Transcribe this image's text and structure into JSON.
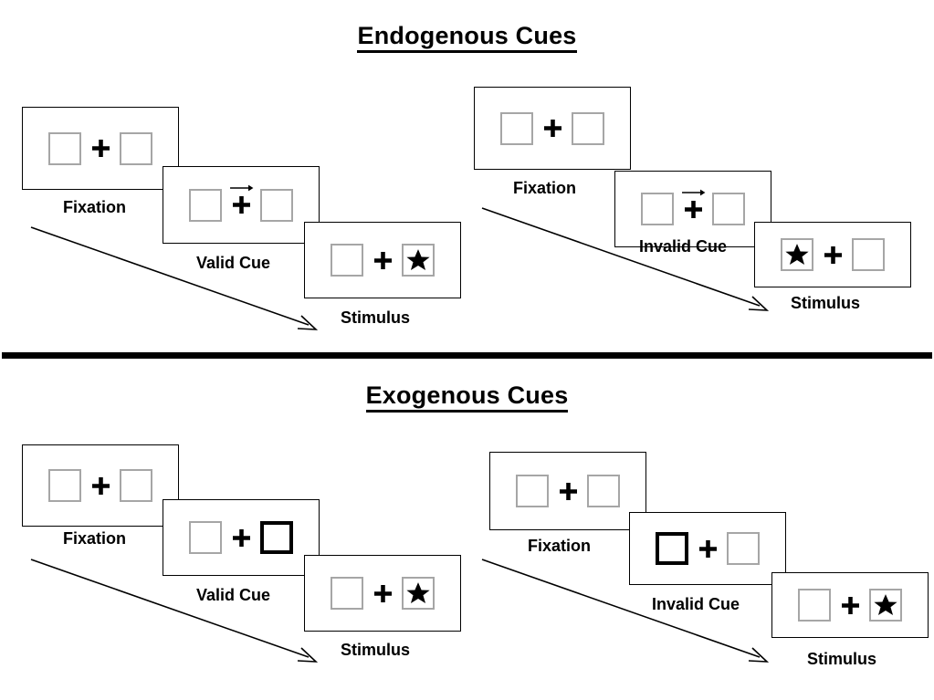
{
  "sections": [
    {
      "id": "endogenous",
      "title": "Endogenous Cues",
      "groups": [
        {
          "id": "endogenous-valid",
          "panels": [
            {
              "label": "Fixation",
              "cue": "none",
              "left_content": "empty",
              "right_content": "empty"
            },
            {
              "label": "Valid Cue",
              "cue": "arrow-right",
              "left_content": "empty",
              "right_content": "empty"
            },
            {
              "label": "Stimulus",
              "cue": "none",
              "left_content": "empty",
              "right_content": "star"
            }
          ]
        },
        {
          "id": "endogenous-invalid",
          "panels": [
            {
              "label": "Fixation",
              "cue": "none",
              "left_content": "empty",
              "right_content": "empty"
            },
            {
              "label": "Invalid Cue",
              "cue": "arrow-right",
              "left_content": "empty",
              "right_content": "empty"
            },
            {
              "label": "Stimulus",
              "cue": "none",
              "left_content": "star",
              "right_content": "empty"
            }
          ]
        }
      ]
    },
    {
      "id": "exogenous",
      "title": "Exogenous Cues",
      "groups": [
        {
          "id": "exogenous-valid",
          "panels": [
            {
              "label": "Fixation",
              "cue": "none",
              "left_content": "empty",
              "right_content": "empty"
            },
            {
              "label": "Valid Cue",
              "cue": "box-highlight-right",
              "left_content": "empty",
              "right_content": "empty"
            },
            {
              "label": "Stimulus",
              "cue": "none",
              "left_content": "empty",
              "right_content": "star"
            }
          ]
        },
        {
          "id": "exogenous-invalid",
          "panels": [
            {
              "label": "Fixation",
              "cue": "none",
              "left_content": "empty",
              "right_content": "empty"
            },
            {
              "label": "Invalid Cue",
              "cue": "box-highlight-left",
              "left_content": "empty",
              "right_content": "empty"
            },
            {
              "label": "Stimulus",
              "cue": "none",
              "left_content": "empty",
              "right_content": "star"
            }
          ]
        }
      ]
    }
  ],
  "labels": {
    "endogenous_title": "Endogenous Cues",
    "exogenous_title": "Exogenous Cues",
    "fixation": "Fixation",
    "valid_cue": "Valid Cue",
    "invalid_cue": "Invalid Cue",
    "stimulus": "Stimulus"
  },
  "colors": {
    "box_border": "#a6a6a6",
    "cued_box_border": "#000000",
    "panel_border": "#000000",
    "divider": "#000000",
    "text": "#000000",
    "background": "#ffffff"
  },
  "icons": {
    "fixation_cross": "plus-icon",
    "target": "star-icon",
    "endogenous_cue": "arrow-right-icon",
    "timeline": "timeline-arrow-icon"
  }
}
